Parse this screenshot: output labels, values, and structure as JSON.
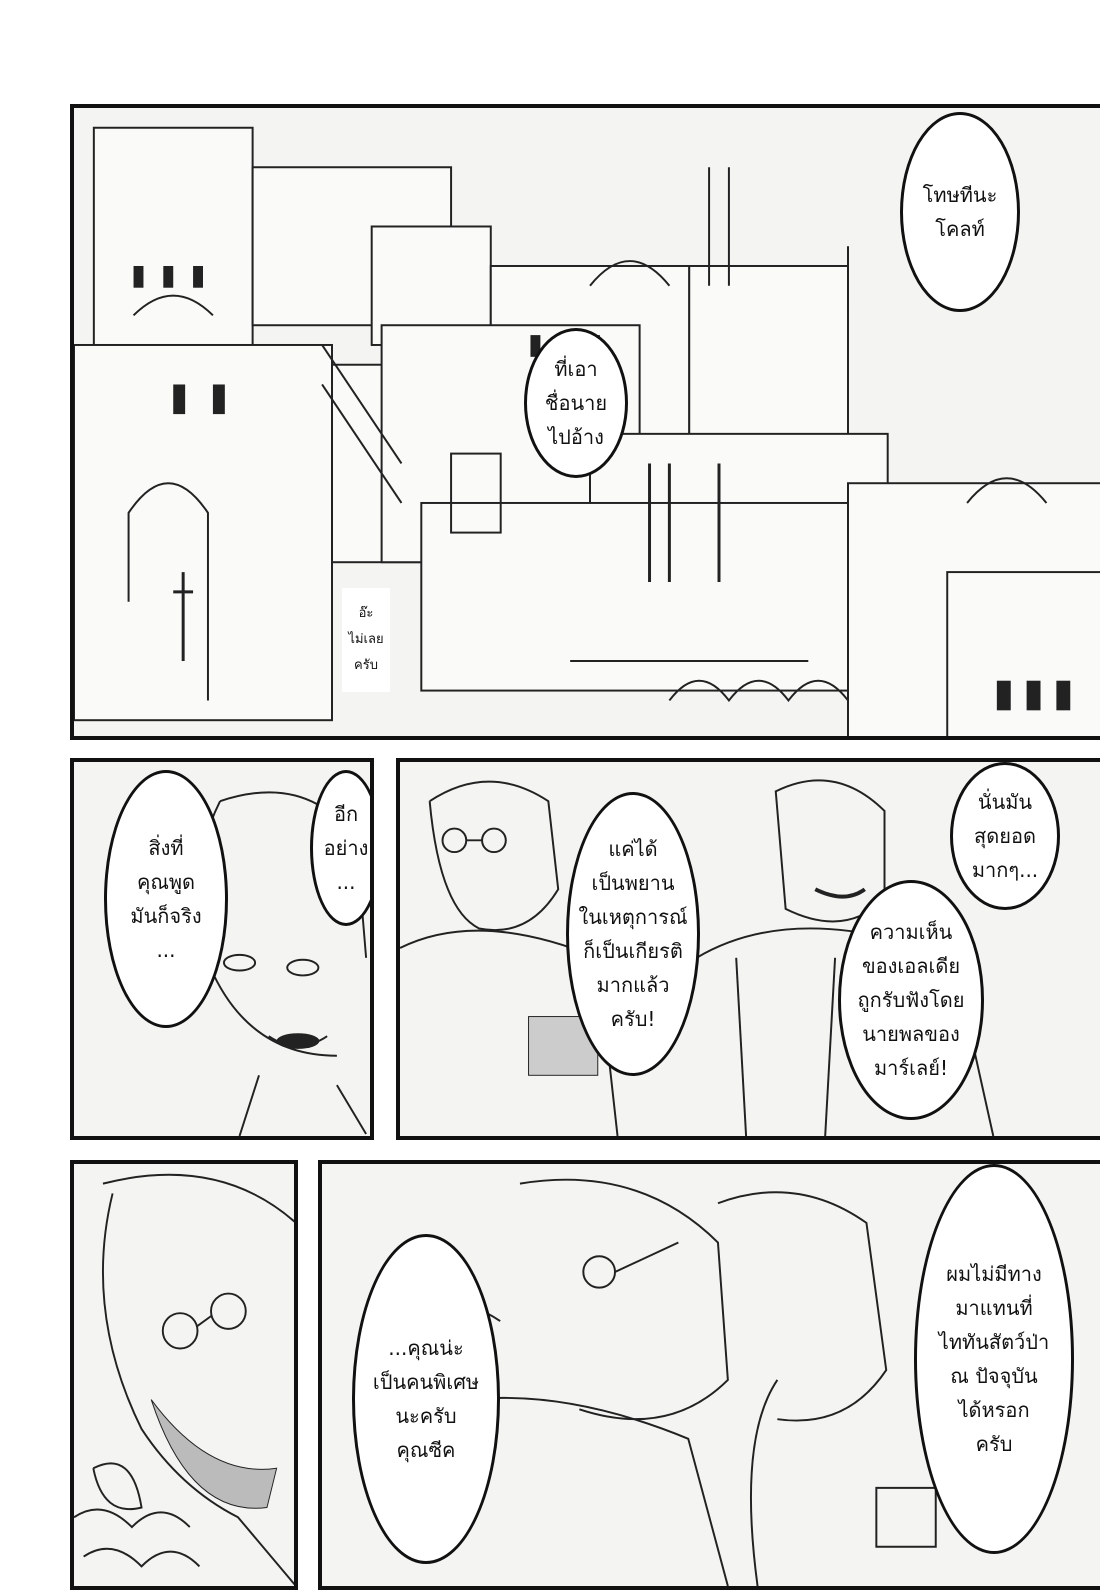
{
  "panels": {
    "city": {
      "bubbles": [
        {
          "id": "b1",
          "lines": [
            "โทษทีนะ",
            "โคลท์"
          ]
        },
        {
          "id": "b2",
          "lines": [
            "ที่เอา",
            "ชื่อนาย",
            "ไปอ้าง"
          ]
        }
      ],
      "caption": {
        "lines": [
          "อ๊ะ",
          "ไม่เลย",
          "ครับ"
        ]
      }
    },
    "left_man": {
      "bubbles": [
        {
          "id": "b3",
          "lines": [
            "สิ่งที่",
            "คุณพูด",
            "มันก็จริง",
            "..."
          ]
        },
        {
          "id": "b4",
          "lines": [
            "อีก",
            "อย่าง",
            "..."
          ]
        }
      ]
    },
    "two_men": {
      "bubbles": [
        {
          "id": "b5",
          "lines": [
            "แค่ได้",
            "เป็นพยาน",
            "ในเหตุการณ์",
            "ก็เป็นเกียรติ",
            "มากแล้ว",
            "ครับ!"
          ]
        },
        {
          "id": "b6",
          "lines": [
            "นั่นมัน",
            "สุดยอด",
            "มากๆ..."
          ]
        },
        {
          "id": "b7",
          "lines": [
            "ความเห็น",
            "ของเอลเดีย",
            "ถูกรับฟังโดย",
            "นายพลของ",
            "มาร์เลย์!"
          ]
        }
      ]
    },
    "zeke": {
      "bubbles": []
    },
    "smoke": {
      "bubbles": [
        {
          "id": "b8",
          "lines": [
            "...คุณน่ะ",
            "เป็นคนพิเศษ",
            "นะครับ",
            "คุณซีค"
          ]
        },
        {
          "id": "b9",
          "lines": [
            "ผมไม่มีทาง",
            "มาแทนที่",
            "ไททันสัตว์ป่า",
            "ณ ปัจจุบัน",
            "ได้หรอก",
            "ครับ"
          ]
        }
      ]
    }
  },
  "colors": {
    "ink": "#111111",
    "paper": "#ffffff",
    "tone": "#f4f4f2"
  }
}
